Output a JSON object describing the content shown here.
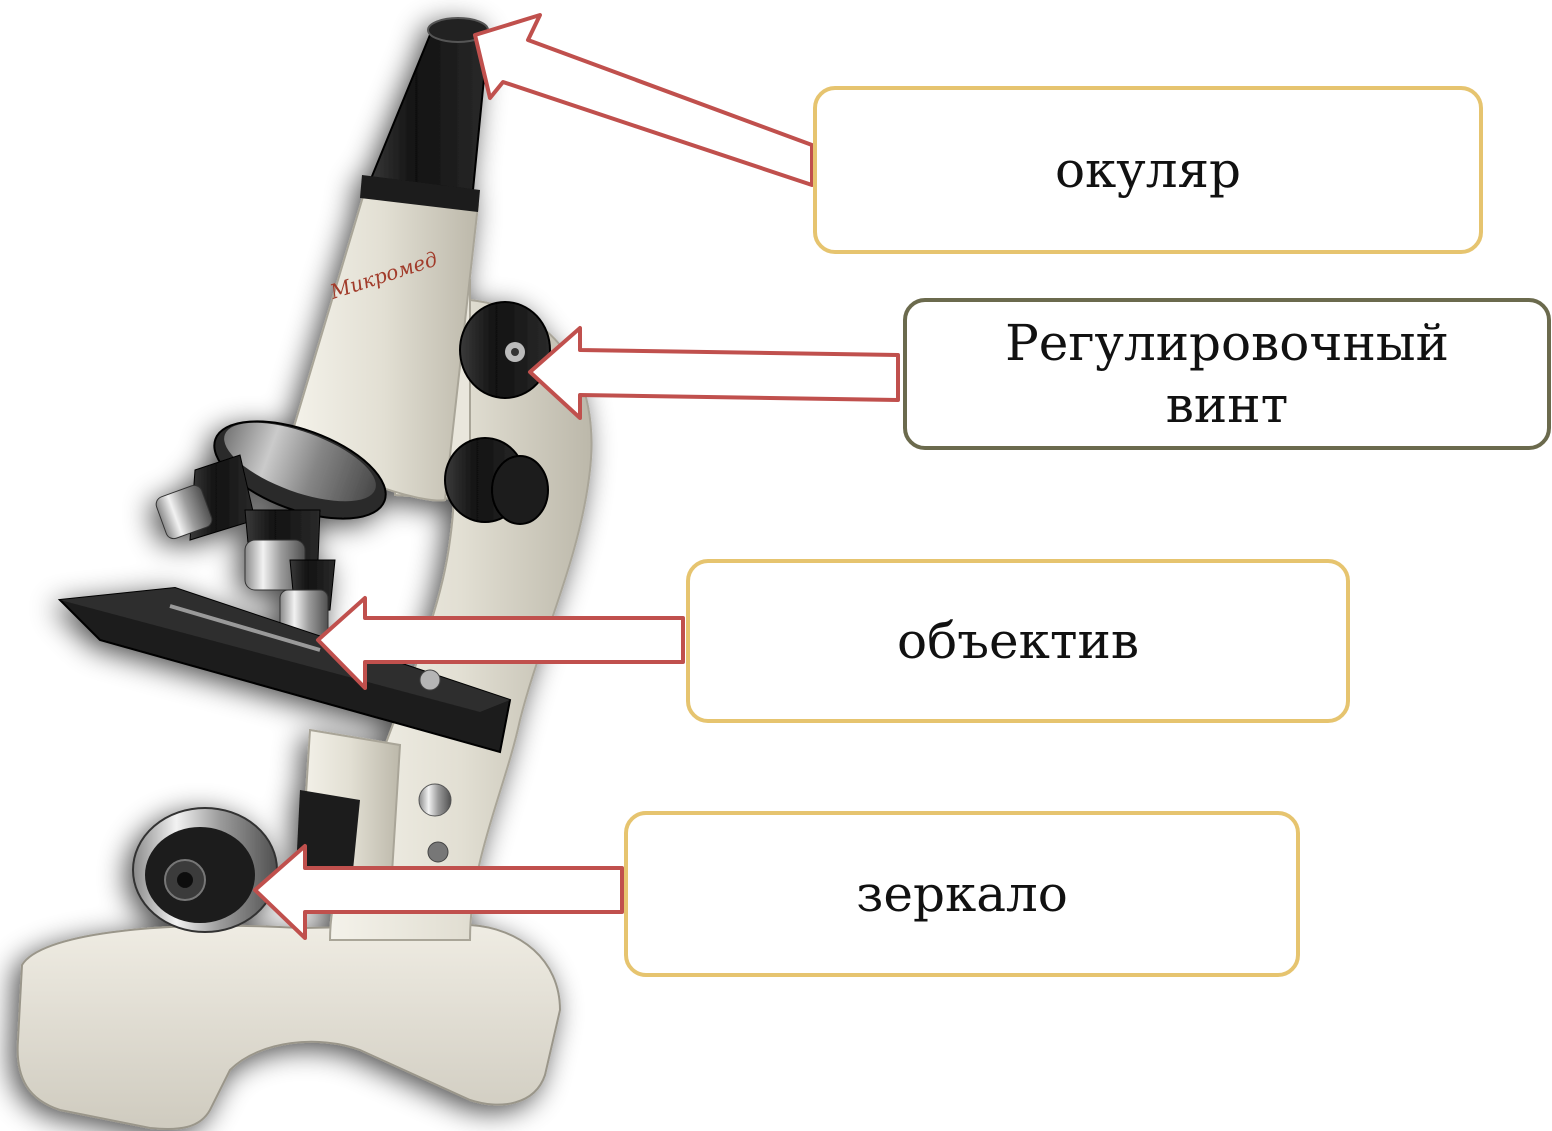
{
  "labels": {
    "eyepiece": "окуляр",
    "screw_line1": "Регулировочный",
    "screw_line2": "винт",
    "objective": "объектив",
    "mirror": "зеркало"
  },
  "microscope_brand": "Микромед",
  "colors": {
    "box_border": "#e6c46f",
    "box_border_alt": "#6b6a4d",
    "arrow_fill": "#ffffff",
    "arrow_stroke": "#c0504d",
    "microscope_body": "#e4e1d6",
    "microscope_dark": "#1d1d1d"
  }
}
